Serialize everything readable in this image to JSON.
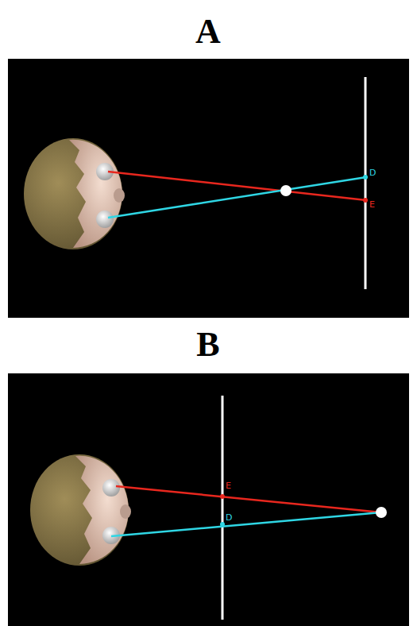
{
  "diagram": {
    "labels": [
      "A",
      "D",
      "E",
      "B",
      "E",
      "D"
    ]
  }
}
